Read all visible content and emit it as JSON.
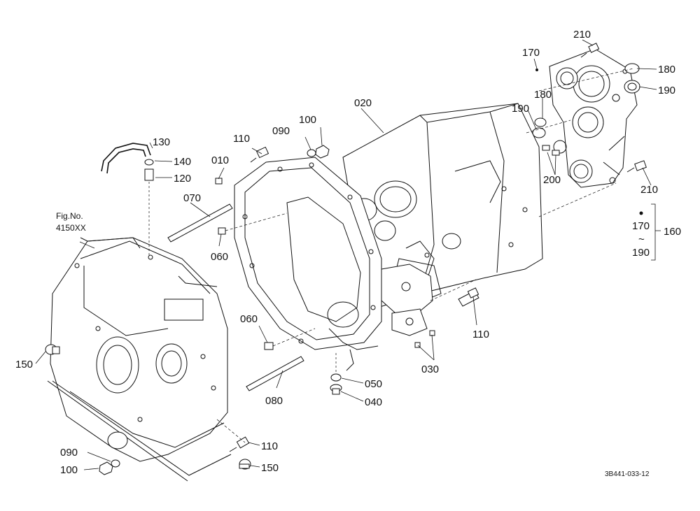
{
  "callouts": {
    "c010": "010",
    "c020": "020",
    "c030": "030",
    "c040": "040",
    "c050": "050",
    "c060a": "060",
    "c060b": "060",
    "c070": "070",
    "c080": "080",
    "c090a": "090",
    "c090b": "090",
    "c100a": "100",
    "c100b": "100",
    "c110a": "110",
    "c110b": "110",
    "c110c": "110",
    "c120": "120",
    "c130": "130",
    "c140": "140",
    "c150a": "150",
    "c150b": "150",
    "c160": "160",
    "c170a": "170",
    "c170b": "170",
    "c180a": "180",
    "c180b": "180",
    "c190a": "190",
    "c190b": "190",
    "c190c": "190",
    "c200": "200",
    "c210a": "210",
    "c210b": "210"
  },
  "range_tilde": "~",
  "fig_ref": {
    "line1": "Fig.No.",
    "line2": "4150XX"
  },
  "drawing_number": "3B441-033-12"
}
